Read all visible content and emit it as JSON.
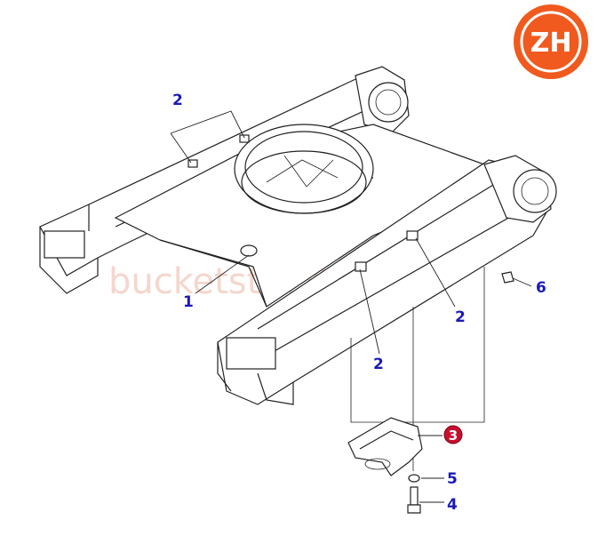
{
  "logo": {
    "text": "ZH",
    "color": "#f05a1e"
  },
  "watermark": {
    "text": "bucketsteeth.com"
  },
  "callouts": [
    {
      "id": "c1",
      "label": "1"
    },
    {
      "id": "c2a",
      "label": "2"
    },
    {
      "id": "c2b",
      "label": "2"
    },
    {
      "id": "c2c",
      "label": "2"
    },
    {
      "id": "c3",
      "label": "3"
    },
    {
      "id": "c4",
      "label": "4"
    },
    {
      "id": "c5",
      "label": "5"
    },
    {
      "id": "c6",
      "label": "6"
    }
  ],
  "colors": {
    "callout": "#1a1ab8",
    "highlight": "#c8102e",
    "line": "#222222"
  }
}
